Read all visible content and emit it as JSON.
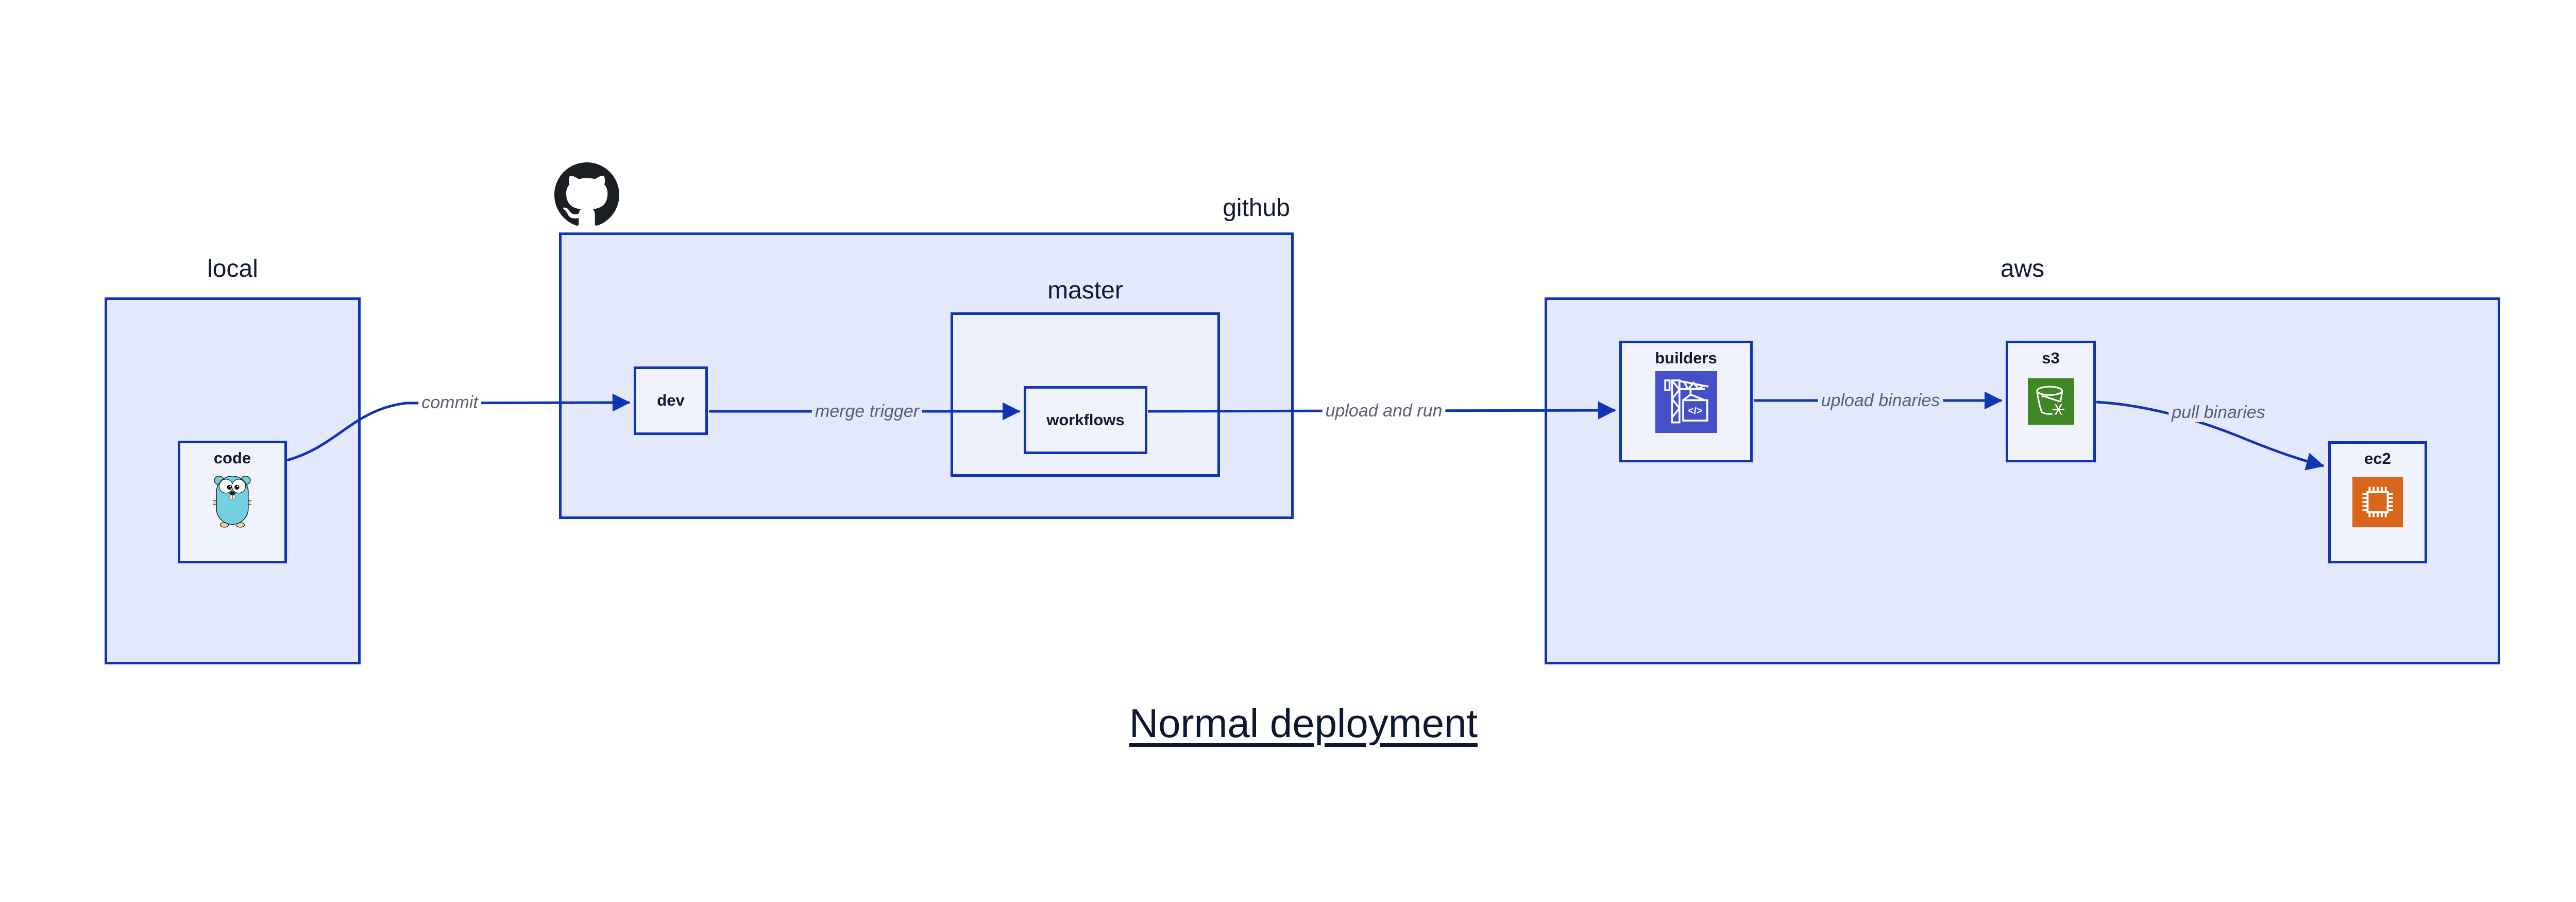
{
  "title": {
    "text": "Normal deployment"
  },
  "containers": {
    "local": {
      "label": "local"
    },
    "github": {
      "label": "github"
    },
    "master": {
      "label": "master"
    },
    "aws": {
      "label": "aws"
    }
  },
  "nodes": {
    "code": {
      "label": "code",
      "icon": "go-gopher-icon"
    },
    "dev": {
      "label": "dev"
    },
    "workflows": {
      "label": "workflows"
    },
    "builders": {
      "label": "builders",
      "icon": "aws-codebuild-icon",
      "icon_glyph": "</>"
    },
    "s3": {
      "label": "s3",
      "icon": "aws-s3-glacier-icon"
    },
    "ec2": {
      "label": "ec2",
      "icon": "aws-ec2-icon"
    }
  },
  "edges": {
    "commit": {
      "label": "commit"
    },
    "merge_trigger": {
      "label": "merge trigger"
    },
    "upload_and_run": {
      "label": "upload and run"
    },
    "upload_binaries": {
      "label": "upload binaries"
    },
    "pull_binaries": {
      "label": "pull binaries"
    }
  },
  "colors": {
    "background": "#ffffff",
    "container_fill": "#E3E9FA",
    "nested_container_fill": "#EDF1FC",
    "node_fill": "#F0F3FC",
    "border_blue": "#1134B3",
    "edge_label_gray": "#59606E",
    "text_navy": "#111A33",
    "codebuild_indigo": "#4450C8",
    "s3_green": "#3F8624",
    "ec2_orange": "#D9661A",
    "gopher_teal": "#72D0DF",
    "github_black": "#1B1F23"
  }
}
